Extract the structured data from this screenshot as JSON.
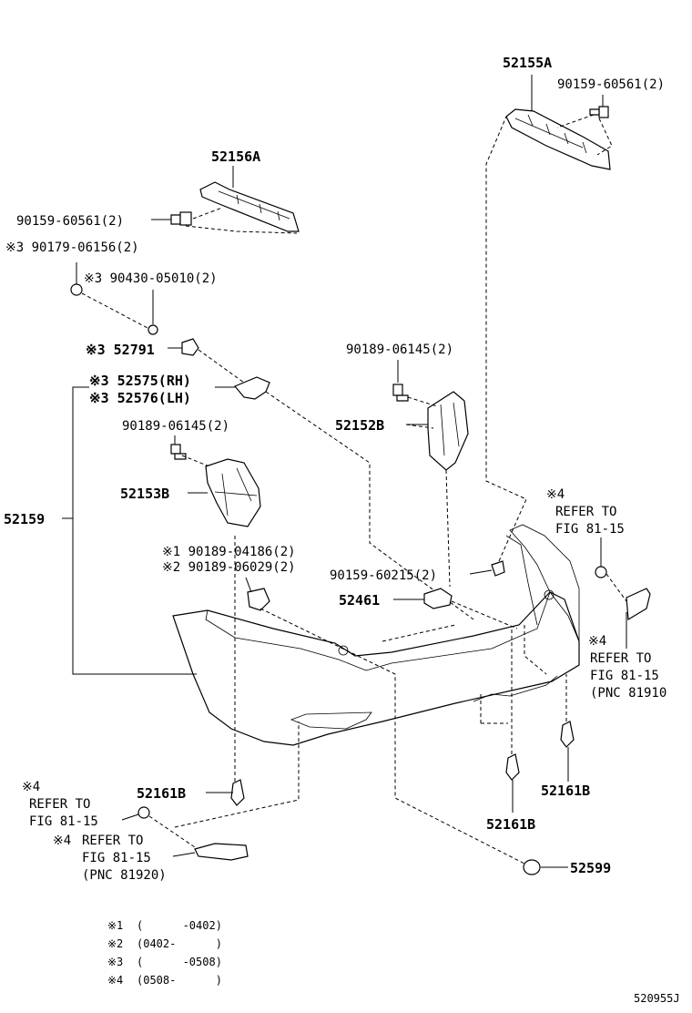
{
  "labels": {
    "p52155A": "52155A",
    "p90159_60561_r": "90159-60561(2)",
    "p52156A": "52156A",
    "p90159_60561_l": "90159-60561(2)",
    "p90179": "※3 90179-06156(2)",
    "p90430": "※3 90430-05010(2)",
    "p52791": "※3 52791",
    "p52575": "※3 52575(RH)",
    "p52576": "※3 52576(LH)",
    "p90189_06145_l": "90189-06145(2)",
    "p52153B": "52153B",
    "p52159": "52159",
    "p90189_04186": "※1 90189-04186(2)",
    "p90189_06029": "※2 90189-06029(2)",
    "p90189_06145_r": "90189-06145(2)",
    "p52152B": "52152B",
    "p90159_60215": "90159-60215(2)",
    "p52461": "52461",
    "p52161B_l": "52161B",
    "p52161B_c": "52161B",
    "p52161B_r": "52161B",
    "p52599": "52599"
  },
  "refs": {
    "right_top": {
      "mark": "※4",
      "line1": "REFER TO",
      "line2": "FIG 81-15"
    },
    "right_mid": {
      "mark": "※4",
      "line1": "REFER TO",
      "line2": "FIG 81-15",
      "line3": "(PNC 81910"
    },
    "left_a": {
      "mark": "※4",
      "line1": "REFER TO",
      "line2": "FIG 81-15"
    },
    "left_b": {
      "mark": "※4",
      "line1": "REFER TO",
      "line2": "FIG 81-15",
      "line3": "(PNC 81920)"
    }
  },
  "legend": [
    {
      "mark": "※1",
      "range": "(      -0402)"
    },
    {
      "mark": "※2",
      "range": "(0402-      )"
    },
    {
      "mark": "※3",
      "range": "(      -0508)"
    },
    {
      "mark": "※4",
      "range": "(0508-      )"
    }
  ],
  "figure_id": "520955J"
}
